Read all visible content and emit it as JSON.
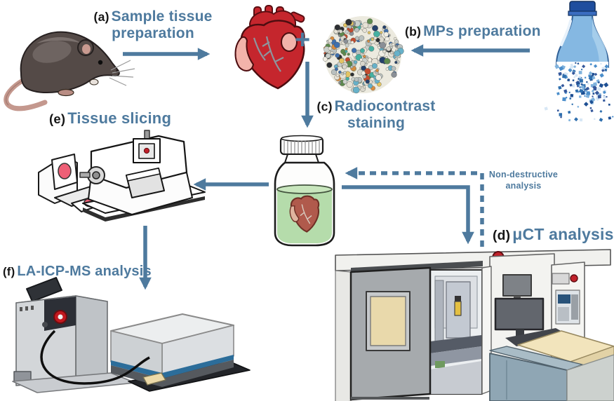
{
  "figure": {
    "type": "scientific-workflow-diagram",
    "accent_color": "#4e7a9e",
    "prefix_color": "#161616",
    "steps": {
      "a": {
        "prefix": "(a)",
        "label": "Sample tissue preparation"
      },
      "b": {
        "prefix": "(b)",
        "label": "MPs preparation"
      },
      "c": {
        "prefix": "(c)",
        "label": "Radiocontrast staining"
      },
      "d": {
        "prefix": "(d)",
        "label": "μCT analysis"
      },
      "e": {
        "prefix": "(e)",
        "label": "Tissue slicing"
      },
      "f": {
        "prefix": "(f)",
        "label": "LA-ICP-MS analysis"
      }
    },
    "annotations": {
      "plus": "+",
      "non_destructive": "Non-destructive analysis"
    },
    "illustrations": [
      "lab-mouse",
      "anatomical-heart",
      "microplastics-cluster",
      "plastic-water-bottle",
      "specimen-jar-with-heart",
      "microtome-tissue-slicer",
      "uct-scanner-room",
      "la-icp-ms-instrument"
    ],
    "colors": {
      "heart_red": "#c5262d",
      "jar_liquid_green": "#b5dcab",
      "bottle_blue": "#85b8e2",
      "tissue_pink": "#ee5f76",
      "instrument_blue_stripe": "#2c6d9a"
    }
  }
}
